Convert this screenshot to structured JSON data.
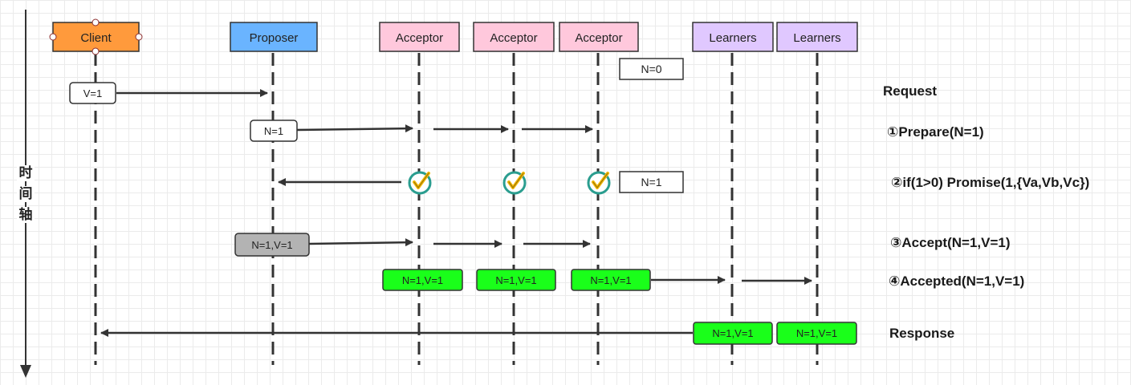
{
  "time_axis_label": [
    "时",
    "间",
    "轴"
  ],
  "actors": [
    {
      "id": "client",
      "label": "Client",
      "fill": "#ff9a3c"
    },
    {
      "id": "proposer",
      "label": "Proposer",
      "fill": "#6ab4ff"
    },
    {
      "id": "acceptor-1",
      "label": "Acceptor",
      "fill": "#ffc8dc"
    },
    {
      "id": "acceptor-2",
      "label": "Acceptor",
      "fill": "#ffc8dc"
    },
    {
      "id": "acceptor-3",
      "label": "Acceptor",
      "fill": "#ffc8dc"
    },
    {
      "id": "learner-1",
      "label": "Learners",
      "fill": "#e0c8ff"
    },
    {
      "id": "learner-2",
      "label": "Learners",
      "fill": "#e0c8ff"
    }
  ],
  "notes": {
    "client_value": "V=1",
    "acceptor_initial": "N=0",
    "prepare_n": "N=1",
    "acceptor_promised": "N=1",
    "accept_request": "N=1,V=1",
    "accepted_1": "N=1,V=1",
    "accepted_2": "N=1,V=1",
    "accepted_3": "N=1,V=1",
    "learned_1": "N=1,V=1",
    "learned_2": "N=1,V=1"
  },
  "steps": {
    "request": "Request",
    "prepare": "①Prepare(N=1)",
    "promise": "②if(1>0) Promise(1,{Va,Vb,Vc})",
    "accept": "③Accept(N=1,V=1)",
    "accepted": "④Accepted(N=1,V=1)",
    "response": "Response"
  },
  "colors": {
    "green": "#1aff1a",
    "gray": "#b3b3b3",
    "check_ring": "#2a9d8f",
    "check_mark": "#f2b705"
  },
  "icons": [
    "promise-check-icon"
  ]
}
